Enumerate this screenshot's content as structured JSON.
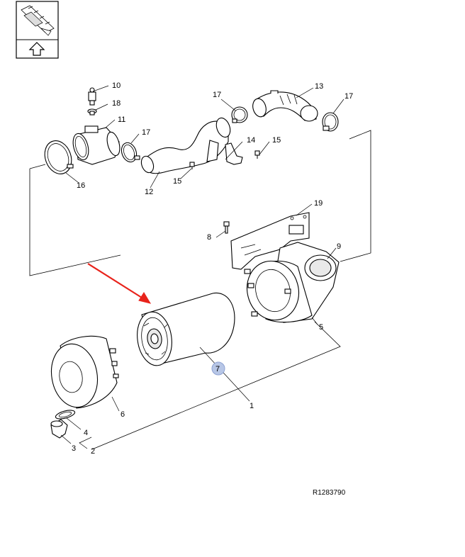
{
  "diagram": {
    "reference_code": "R1283790",
    "callouts": {
      "c1": "1",
      "c2": "2",
      "c3": "3",
      "c4": "4",
      "c5": "5",
      "c6": "6",
      "c7": "7",
      "c8": "8",
      "c9": "9",
      "c10": "10",
      "c11": "11",
      "c12": "12",
      "c13": "13",
      "c14": "14",
      "c15a": "15",
      "c15b": "15",
      "c16": "16",
      "c17a": "17",
      "c17b": "17",
      "c17c": "17",
      "c18": "18",
      "c19": "19"
    },
    "highlighted_part": "7",
    "colors": {
      "arrow": "#e8231b",
      "highlight": "#b7c6e6",
      "line": "#000000"
    }
  }
}
